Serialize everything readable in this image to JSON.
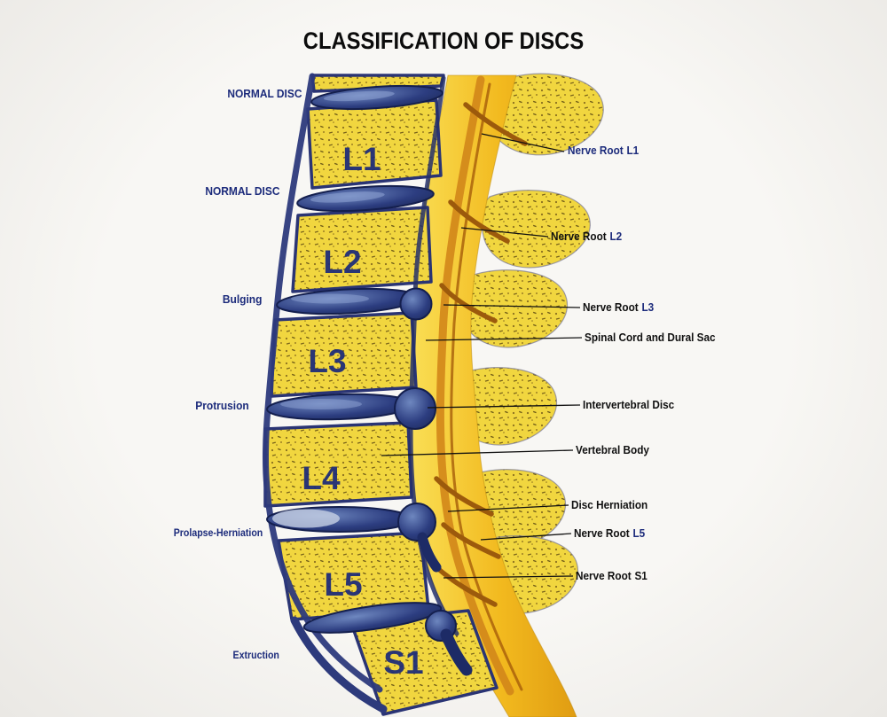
{
  "title": "CLASSIFICATION OF DISCS",
  "illustration": {
    "subject": "Sagittal view of the lumbar spine (L1 to S1) showing spinal cord, nerve roots and disc pathology stages",
    "vertebrae_labels": [
      "L1",
      "L2",
      "L3",
      "L4",
      "L5",
      "S1"
    ],
    "colors": {
      "bone_yellow": "#f1d63f",
      "disc_navy": "#1e2c66",
      "cord_gold": "#f2b91e",
      "nerve_orange": "#9c5a0c",
      "outline_navy": "#2a3474",
      "label_navy": "#1c2b7b",
      "label_black": "#101010",
      "background": "#f2f1ee"
    }
  },
  "left_labels": [
    {
      "text": "NORMAL DISC"
    },
    {
      "text": "NORMAL DISC"
    },
    {
      "text": "Bulging"
    },
    {
      "text": "Protrusion"
    },
    {
      "text": "Prolapse-Herniation"
    },
    {
      "text": "Extruction"
    }
  ],
  "right_labels": [
    {
      "text": "Nerve Root",
      "level": "L1",
      "text_color": "#1c2b7b",
      "level_color": "#1c2b7b"
    },
    {
      "text": "Nerve Root",
      "level": "L2",
      "text_color": "#101010",
      "level_color": "#1c2b7b"
    },
    {
      "text": "Nerve Root",
      "level": "L3",
      "text_color": "#101010",
      "level_color": "#1c2b7b"
    },
    {
      "text": "Spinal Cord and Dural Sac",
      "level": "",
      "text_color": "#101010"
    },
    {
      "text": "Intervertebral Disc",
      "level": "",
      "text_color": "#101010"
    },
    {
      "text": "Vertebral Body",
      "level": "",
      "text_color": "#101010"
    },
    {
      "text": "Disc Herniation",
      "level": "",
      "text_color": "#101010"
    },
    {
      "text": "Nerve Root",
      "level": "L5",
      "text_color": "#101010",
      "level_color": "#1c2b7b"
    },
    {
      "text": "Nerve Root",
      "level": "S1",
      "text_color": "#101010",
      "level_color": "#101010"
    }
  ]
}
